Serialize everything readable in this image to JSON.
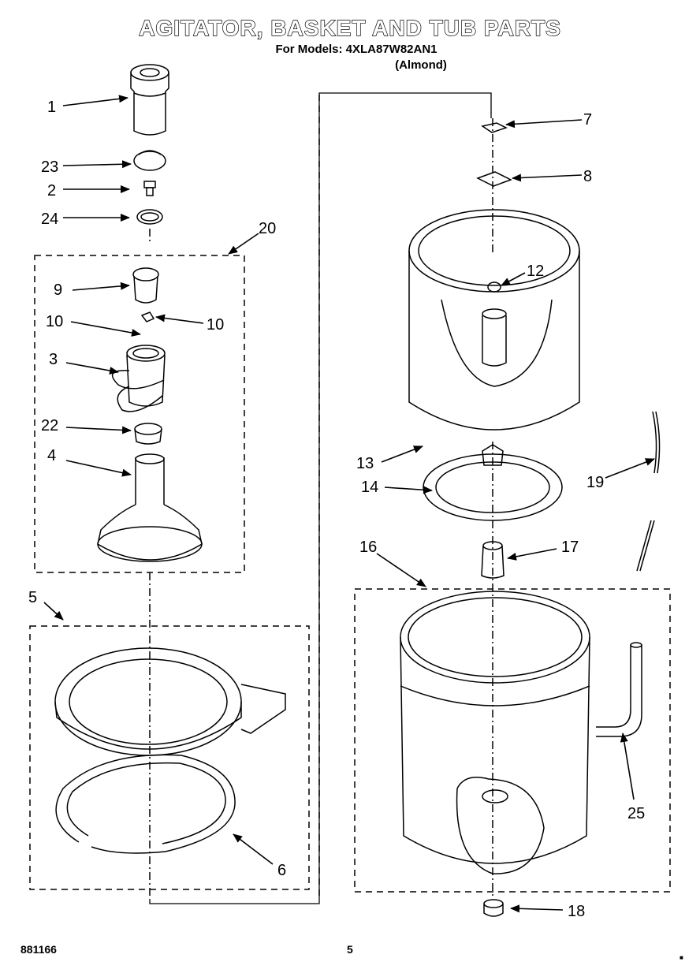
{
  "title": "AGITATOR, BASKET AND TUB PARTS",
  "subtitle_line1": "For Models: 4XLA87W82AN1",
  "subtitle_line2": "(Almond)",
  "footer_left": "881166",
  "footer_center": "5",
  "footer_mark": "■",
  "callouts": {
    "c1": "1",
    "c23": "23",
    "c2": "2",
    "c24": "24",
    "c20": "20",
    "c9": "9",
    "c10a": "10",
    "c10b": "10",
    "c3": "3",
    "c22": "22",
    "c4": "4",
    "c5": "5",
    "c6": "6",
    "c7": "7",
    "c8": "8",
    "c12": "12",
    "c13": "13",
    "c14": "14",
    "c19": "19",
    "c16": "16",
    "c17": "17",
    "c25": "25",
    "c18": "18"
  }
}
